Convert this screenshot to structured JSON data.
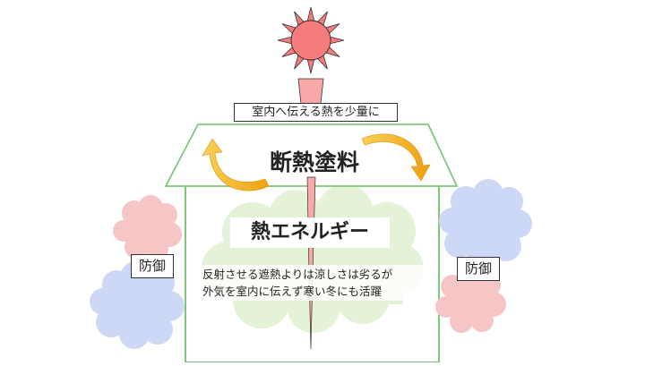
{
  "labels": {
    "top": "室内へ伝える熱を少量に",
    "roof_title": "断熱塗料",
    "heat_title": "熱エネルギー",
    "description_line1": "反射させる遮熱よりは涼しさは劣るが",
    "description_line2": "外気を室内に伝えず寒い冬にも活躍",
    "defense_left": "防御",
    "defense_right": "防御"
  },
  "colors": {
    "sun": "#f47c7c",
    "sun_beam": "#f9a8a8",
    "house_outline": "#7fc77a",
    "heat_cloud": "#e4f2d8",
    "warm_cloud": "#f6c6c6",
    "cool_cloud": "#cdd7f6",
    "arrow": "#f3b11d"
  }
}
